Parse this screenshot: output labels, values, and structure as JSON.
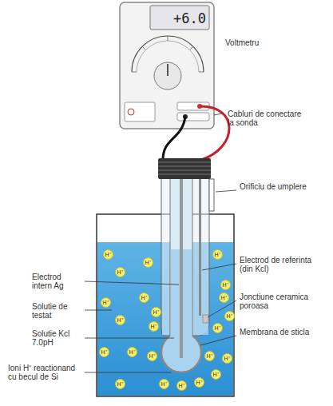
{
  "diagram": {
    "nodes": [
      {
        "text": [
          "H⁺"
        ]
      },
      {
        "text": [
          "H⁺"
        ]
      },
      {
        "text": [
          "H⁺"
        ]
      },
      {
        "text": [
          "H⁺"
        ]
      },
      {
        "text": [
          "H⁺"
        ]
      },
      {
        "text": [
          "H⁺"
        ]
      },
      {
        "text": [
          "H⁺"
        ]
      },
      {
        "text": [
          "H⁺"
        ]
      },
      {
        "text": [
          "H⁺"
        ]
      },
      {
        "text": [
          "H⁺"
        ]
      },
      {
        "text": [
          "H⁺"
        ]
      },
      {
        "text": [
          "H⁺"
        ]
      },
      {
        "text": [
          "H⁺"
        ]
      },
      {
        "text": [
          "H⁺"
        ]
      },
      {
        "text": [
          "H⁺"
        ]
      },
      {
        "text": [
          "H⁺"
        ]
      },
      {
        "text": [
          "H⁺"
        ]
      },
      {
        "text": [
          "H⁺"
        ]
      },
      {
        "text": [
          "H⁺"
        ]
      },
      {
        "text": [
          "H⁺"
        ]
      },
      {
        "text": [
          "H⁺"
        ]
      },
      {
        "text": [
          "H⁺"
        ]
      },
      {
        "text": [
          "H⁺"
        ]
      }
    ],
    "labels": [
      "+6.0",
      "Voltmetru",
      "Cabluri de conectare la sonda",
      "Orificiu de umplere",
      "Electrod intern Ag",
      "Solutie de testat",
      "Solutie Kcl 7.0pH",
      "Ioni H⁺ reactionand cu becul de Si",
      "Electrod de referinta (din Kcl)",
      "Jonctiune ceramica poroasa",
      "Membrana de sticla"
    ]
  }
}
